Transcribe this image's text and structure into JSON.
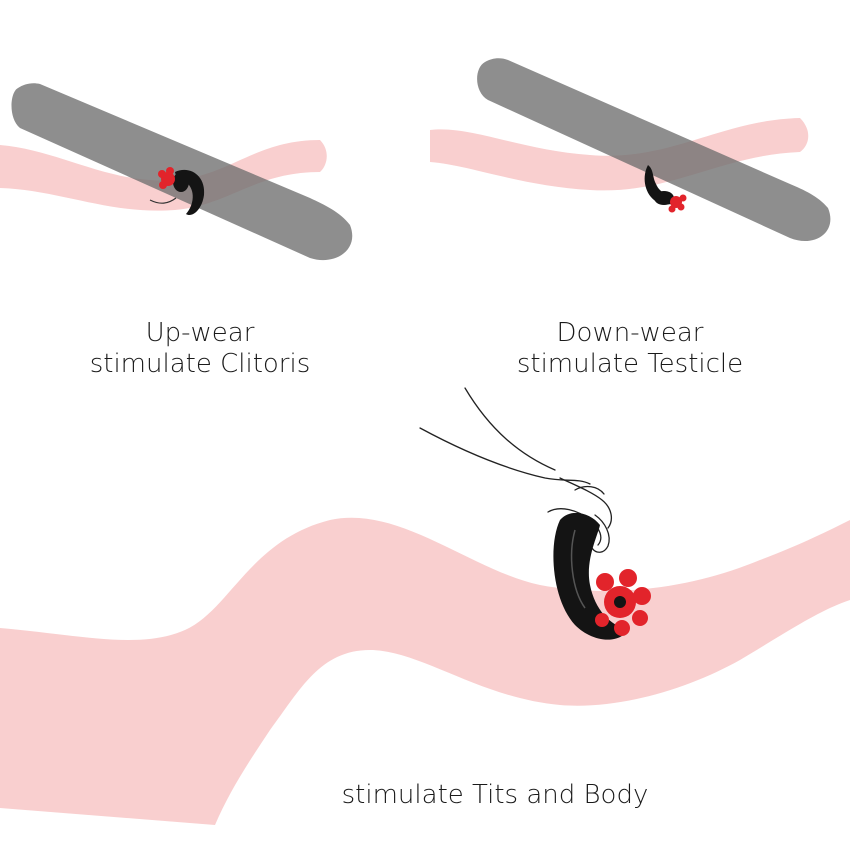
{
  "panels": {
    "up_wear": {
      "line1": "Up-wear",
      "line2": "stimulate Clitoris"
    },
    "down_wear": {
      "line1": "Down-wear",
      "line2": "stimulate Testicle"
    },
    "body": {
      "line1": "stimulate Tits and Body"
    }
  },
  "colors": {
    "skin": "#f9cfcf",
    "shaft": "#8e8e8e",
    "device": "#141414",
    "petals": "#e2242b",
    "ink": "#1a1a1a"
  }
}
